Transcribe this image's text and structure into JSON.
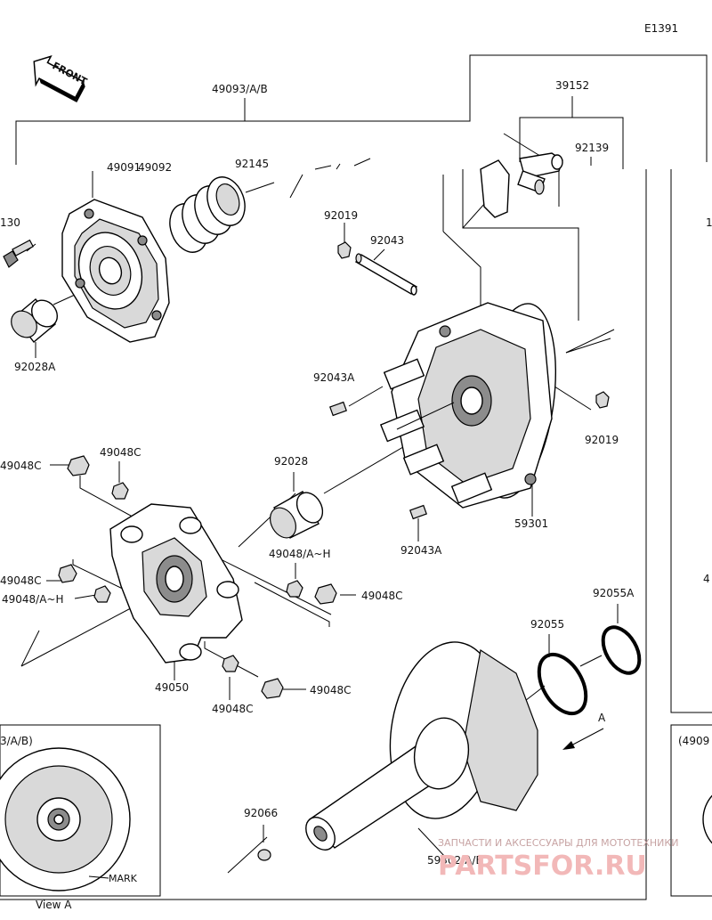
{
  "figure_code": "E1391",
  "front_label": "FRONT",
  "view_label": "View A",
  "view_arrow_label": "A",
  "mark_label": "MARK",
  "labels": {
    "p49093": "49093/A/B",
    "p39152": "39152",
    "p92139": "92139",
    "p92145": "92145",
    "p49091": "49091",
    "p49092": "49092",
    "p130": "130",
    "p92028A": "92028A",
    "p92019a": "92019",
    "p92043": "92043",
    "p92043Aa": "92043A",
    "p92019b": "92019",
    "p59301": "59301",
    "p92043Ab": "92043A",
    "p92028": "92028",
    "p49048Ca": "49048C",
    "p49048Cb": "49048C",
    "p49048Cc": "49048C",
    "p49048Cd": "49048C",
    "p49048Ce": "49048C",
    "p49048Cf": "49048C",
    "p49048AHa": "49048/A~H",
    "p49048AHb": "49048/A~H",
    "p49050": "49050",
    "p92055": "92055",
    "p92055A": "92055A",
    "p92066": "92066",
    "p59302": "59302/A/B",
    "inset_left": "3/A/B)",
    "inset_right": "(4909",
    "edge_r1": "1",
    "edge_r2": "4"
  },
  "watermark": {
    "line1": "ЗАПЧАСТИ И АКСЕССУАРЫ ДЛЯ МОТОТЕХНИКИ",
    "line2": "PARTSFOR.RU"
  }
}
